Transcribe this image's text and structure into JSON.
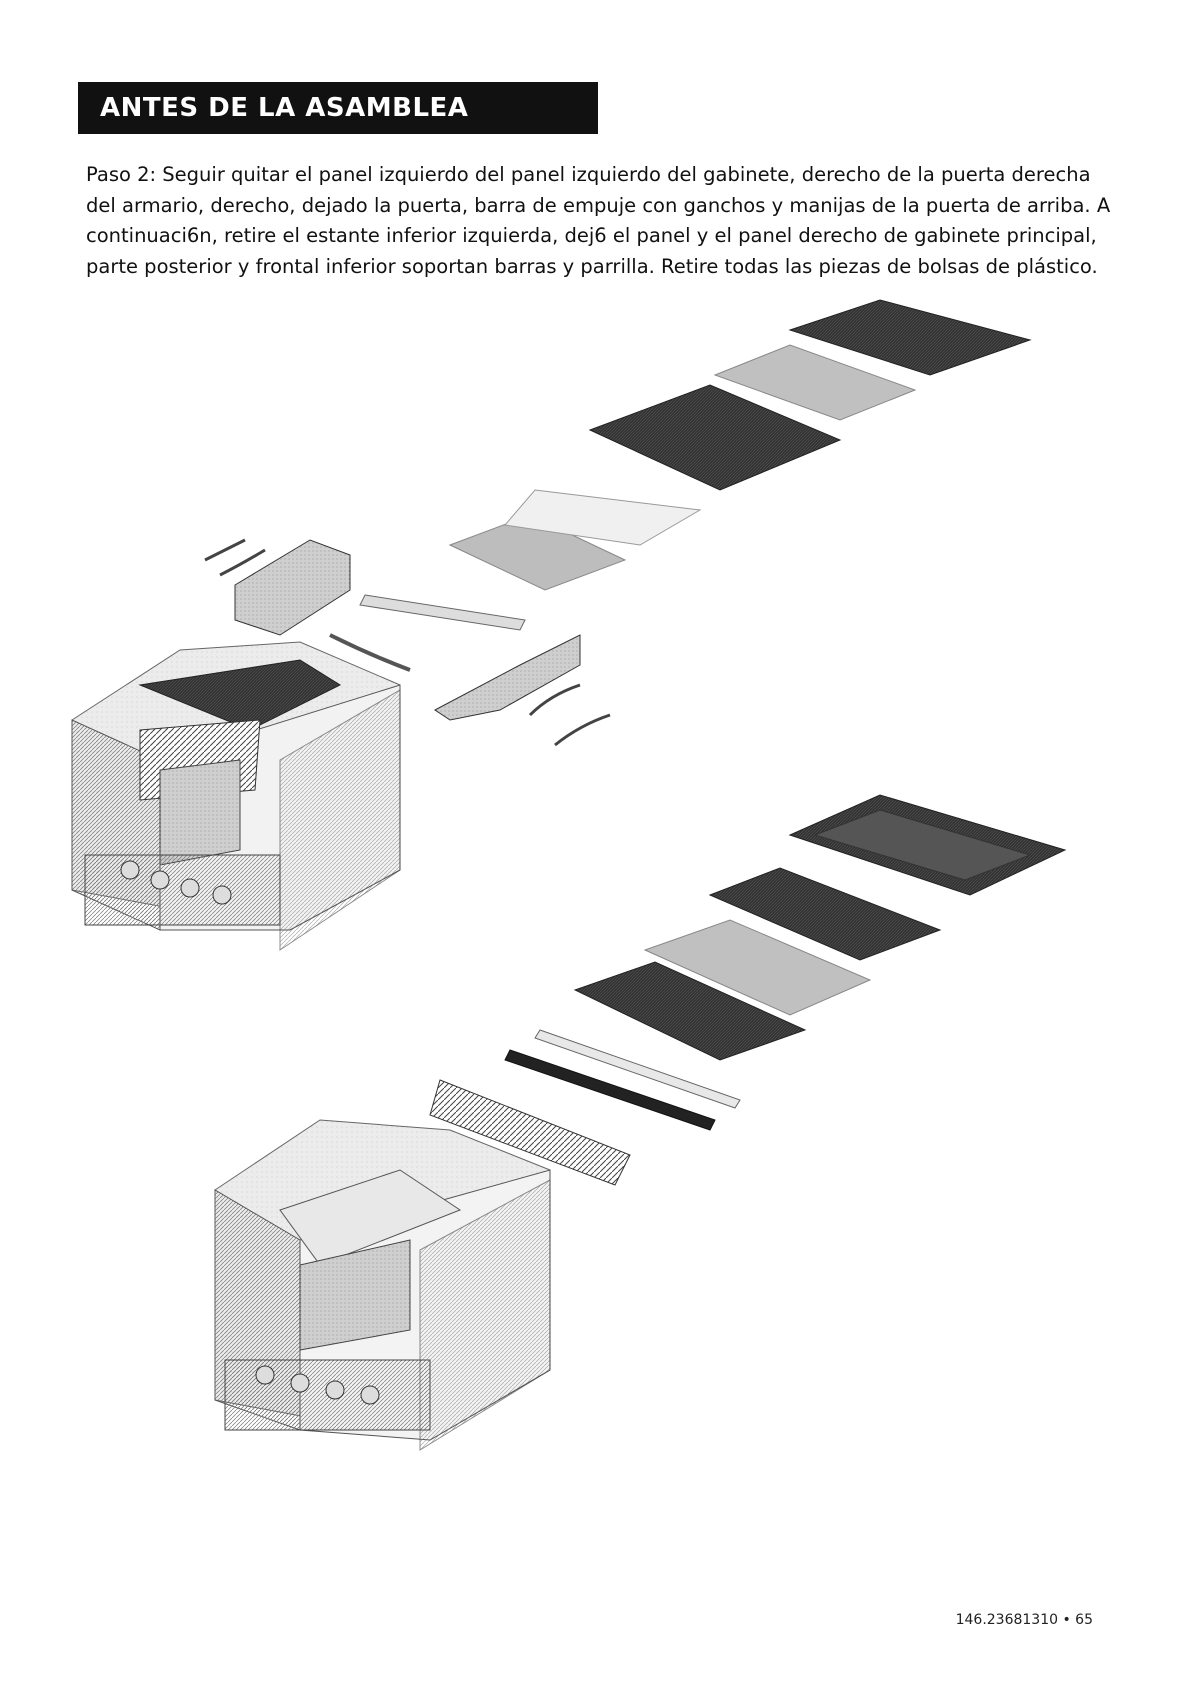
{
  "section_title": "ANTES DE LA ASAMBLEA",
  "instruction_text": "Paso 2: Seguir quitar el panel izquierdo del panel izquierdo del gabinete, derecho de la puerta derecha del armario, derecho, dejado la puerta, barra de empuje con ganchos y manijas de la puerta de arriba. A continuaci6n, retire el estante inferior izquierda, dej6 el panel y el panel derecho de gabinete principal, parte posterior y frontal inferior soportan barras y parrilla. Retire todas las piezas de bolsas de plástico.",
  "model_number": "146.23681310 • 65"
}
